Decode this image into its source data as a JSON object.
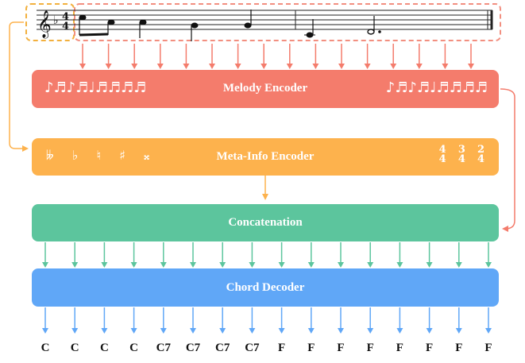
{
  "colors": {
    "melody_encoder": "#f47c6c",
    "meta_encoder": "#fdb24d",
    "concatenation": "#5cc59d",
    "chord_decoder": "#60a7f7",
    "dashed_meta": "#f2b03e",
    "dashed_melody": "#f28f80"
  },
  "melody_encoder": {
    "label": "Melody Encoder",
    "left_glyphs": "♪♬♪♬♩♬♬♬♬",
    "right_glyphs": "♪♬♪♬♩♬♬♬♬"
  },
  "meta_encoder": {
    "label": "Meta-Info Encoder",
    "accidentals": [
      "𝄫",
      "♭",
      "♮",
      "♯",
      "𝄪"
    ],
    "time_signatures": [
      {
        "top": "4",
        "bottom": "4"
      },
      {
        "top": "3",
        "bottom": "4"
      },
      {
        "top": "2",
        "bottom": "4"
      }
    ]
  },
  "concatenation": {
    "label": "Concatenation"
  },
  "chord_decoder": {
    "label": "Chord Decoder"
  },
  "staff": {
    "clef": "𝄞",
    "key_signature": "♭",
    "time_signature": {
      "top": "4",
      "bottom": "4"
    }
  },
  "chords": [
    "C",
    "C",
    "C",
    "C",
    "C7",
    "C7",
    "C7",
    "C7",
    "F",
    "F",
    "F",
    "F",
    "F",
    "F",
    "F",
    "F"
  ]
}
